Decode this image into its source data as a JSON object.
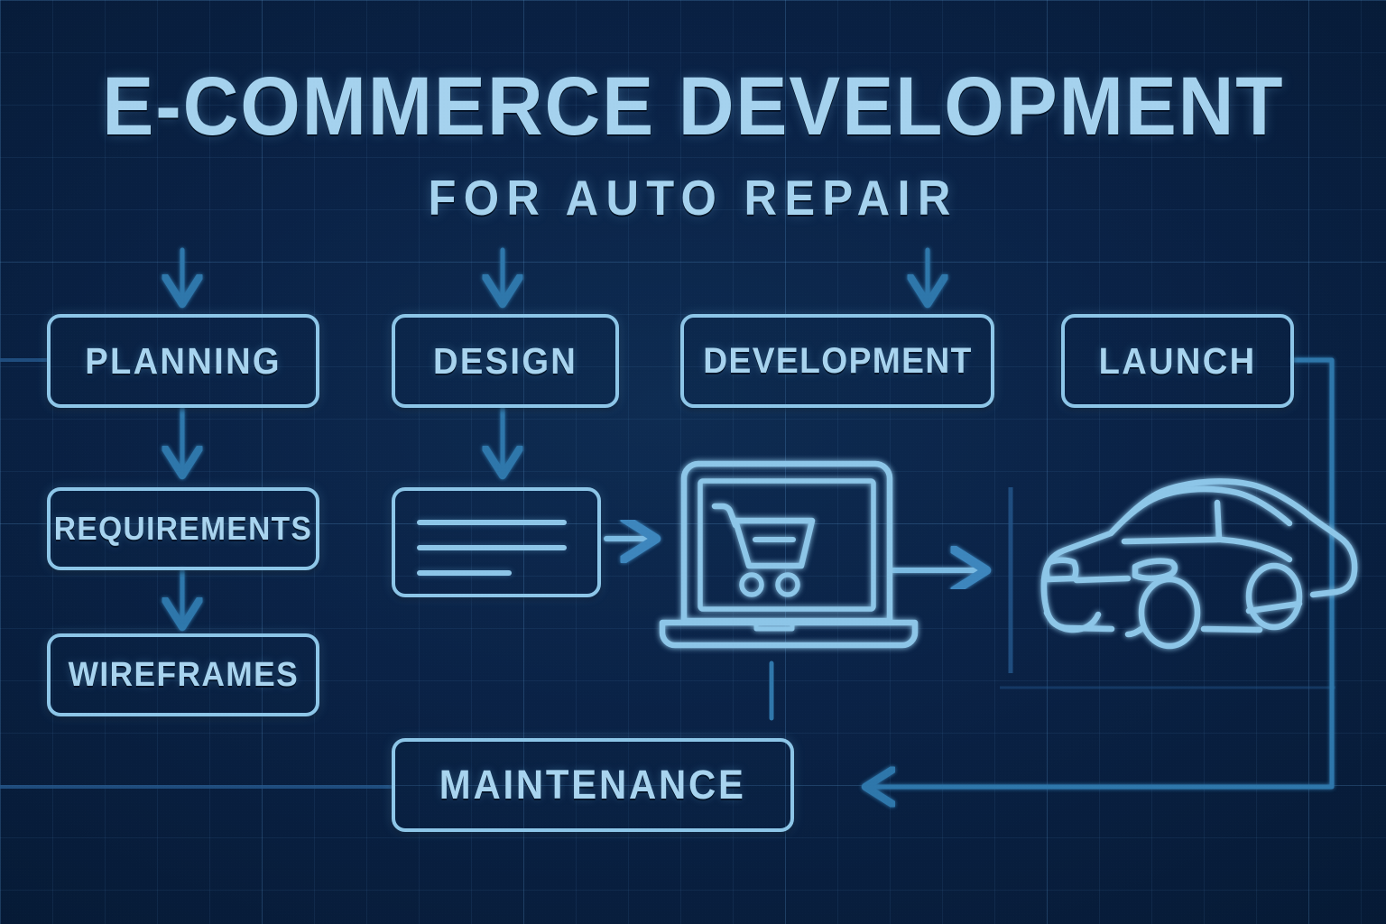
{
  "theme": {
    "background": "#0a2246",
    "grid_line": "#2f5a8c",
    "ink": "#8dc6e8",
    "ink_text": "#a8d4ef",
    "arrow": "#2f77ab",
    "faint_line": "#235182"
  },
  "header": {
    "title": "E-COMMERCE DEVELOPMENT",
    "subtitle": "FOR AUTO REPAIR"
  },
  "flow": {
    "stages": [
      {
        "id": "planning",
        "label": "PLANNING"
      },
      {
        "id": "design",
        "label": "DESIGN"
      },
      {
        "id": "development",
        "label": "DEVELOPMENT"
      },
      {
        "id": "launch",
        "label": "LAUNCH"
      }
    ],
    "substeps": [
      {
        "id": "requirements",
        "label": "REQUIREMENTS"
      },
      {
        "id": "wireframes",
        "label": "WIREFRAMES"
      }
    ],
    "loop": {
      "id": "maintenance",
      "label": "MAINTENANCE"
    }
  },
  "icons": {
    "wireframe_doc": "wireframe-document-icon",
    "laptop_cart": "laptop-shopping-cart-icon",
    "car": "car-side-view-icon",
    "arrow_down": "arrow-down-icon",
    "arrow_right": "arrow-right-icon",
    "arrow_left": "arrow-left-icon"
  }
}
